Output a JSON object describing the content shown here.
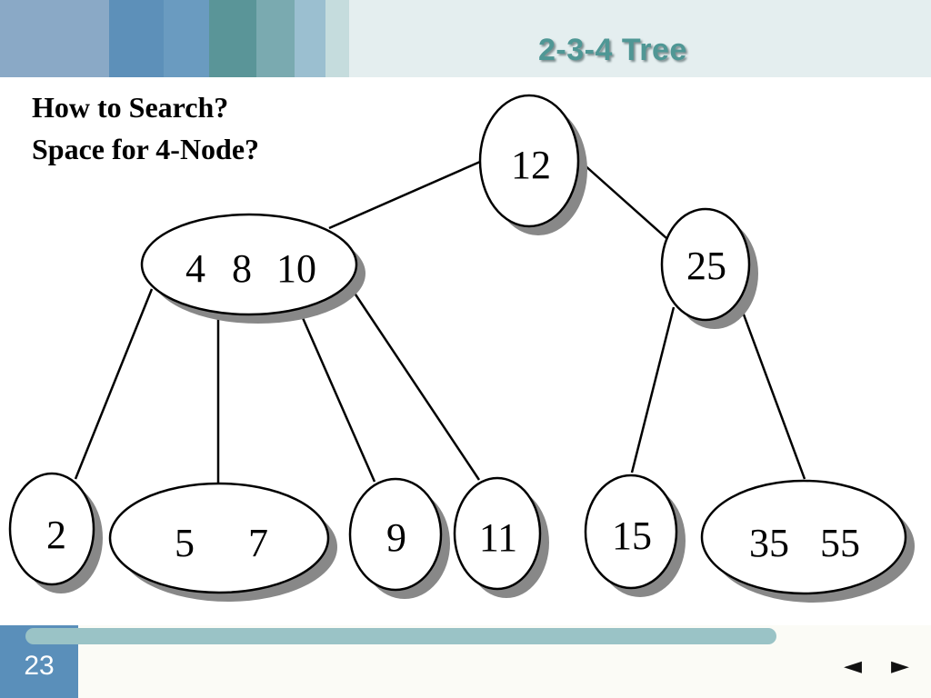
{
  "slide": {
    "title": "2-3-4 Tree",
    "questions": [
      "How to Search?",
      "Space for 4-Node?"
    ],
    "page_number": "23"
  },
  "colors": {
    "header_bands": [
      "#8aa9c6",
      "#5d90b9",
      "#6a9bc0",
      "#5a9598",
      "#7aaab0",
      "#9bbfd0",
      "#c5dcdd"
    ],
    "title_color": "#4f9795",
    "page_box": "#5a8fba",
    "footer_line": "#9ac3c6"
  },
  "nav": {
    "prev_icon": "◄",
    "next_icon": "►"
  },
  "tree": {
    "root": {
      "keys": [
        "12"
      ]
    },
    "level1": [
      {
        "keys": [
          "4",
          "8",
          "10"
        ]
      },
      {
        "keys": [
          "25"
        ]
      }
    ],
    "leaves": [
      {
        "keys": [
          "2"
        ]
      },
      {
        "keys": [
          "5",
          "7"
        ]
      },
      {
        "keys": [
          "9"
        ]
      },
      {
        "keys": [
          "11"
        ]
      },
      {
        "keys": [
          "15"
        ]
      },
      {
        "keys": [
          "35",
          "55"
        ]
      }
    ]
  }
}
